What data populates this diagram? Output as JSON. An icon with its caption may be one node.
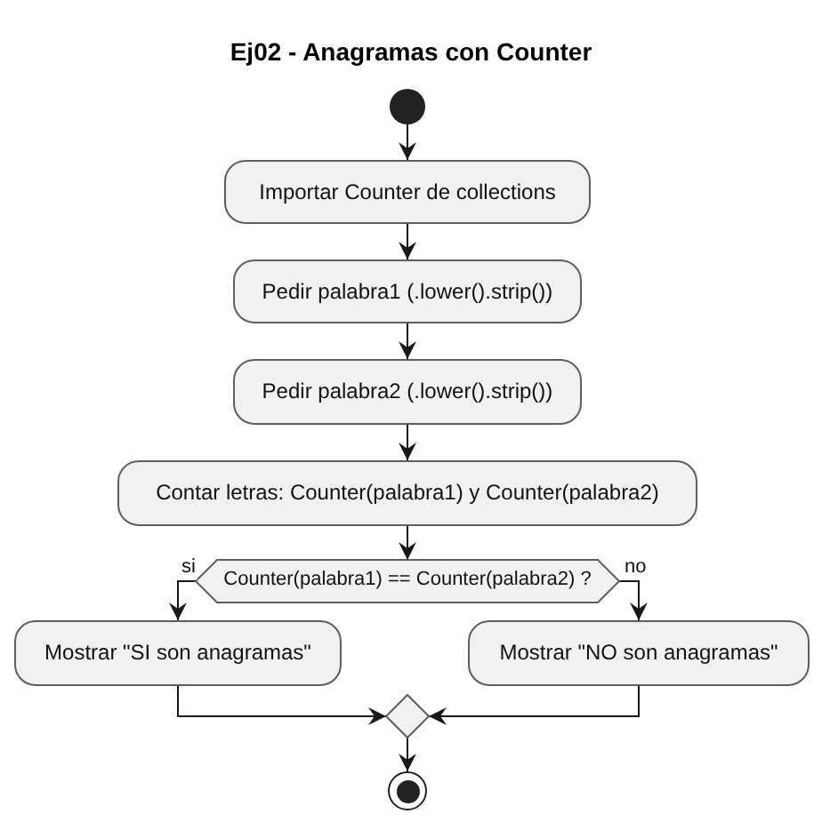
{
  "diagram": {
    "title": "Ej02 - Anagramas con Counter",
    "nodes": [
      {
        "text": [],
        "shape": "circle"
      },
      {
        "text": [
          "Importar Counter de collections"
        ]
      },
      {
        "text": [
          "Pedir palabra1 (.lower().strip())"
        ]
      },
      {
        "text": [
          "Pedir palabra2 (.lower().strip())"
        ]
      },
      {
        "text": [
          "Contar letras: Counter(palabra1) y Counter(palabra2)"
        ]
      },
      {
        "text": [
          "Counter(palabra1) == Counter(palabra2) ?"
        ]
      },
      {
        "text": [
          "Mostrar \"SI son anagramas\""
        ]
      },
      {
        "text": [
          "Mostrar \"NO son anagramas\""
        ]
      },
      {
        "text": [],
        "shape": "diamond"
      },
      {
        "text": [],
        "shape": "circle"
      }
    ],
    "edges": [
      {
        "from": 0,
        "to": 1,
        "arrow": "to"
      },
      {
        "from": 1,
        "to": 2,
        "arrow": "to"
      },
      {
        "from": 2,
        "to": 3,
        "arrow": "to"
      },
      {
        "from": 3,
        "to": 4,
        "arrow": "to"
      },
      {
        "from": 4,
        "to": 5,
        "arrow": "to"
      },
      {
        "from": 5,
        "to": 6,
        "arrow": "to",
        "label": "si"
      },
      {
        "from": 5,
        "to": 7,
        "arrow": "to",
        "label": "no"
      },
      {
        "from": 6,
        "to": 8,
        "arrow": "to"
      },
      {
        "from": 7,
        "to": 8,
        "arrow": "to"
      },
      {
        "from": 8,
        "to": 9,
        "arrow": "to"
      }
    ]
  }
}
